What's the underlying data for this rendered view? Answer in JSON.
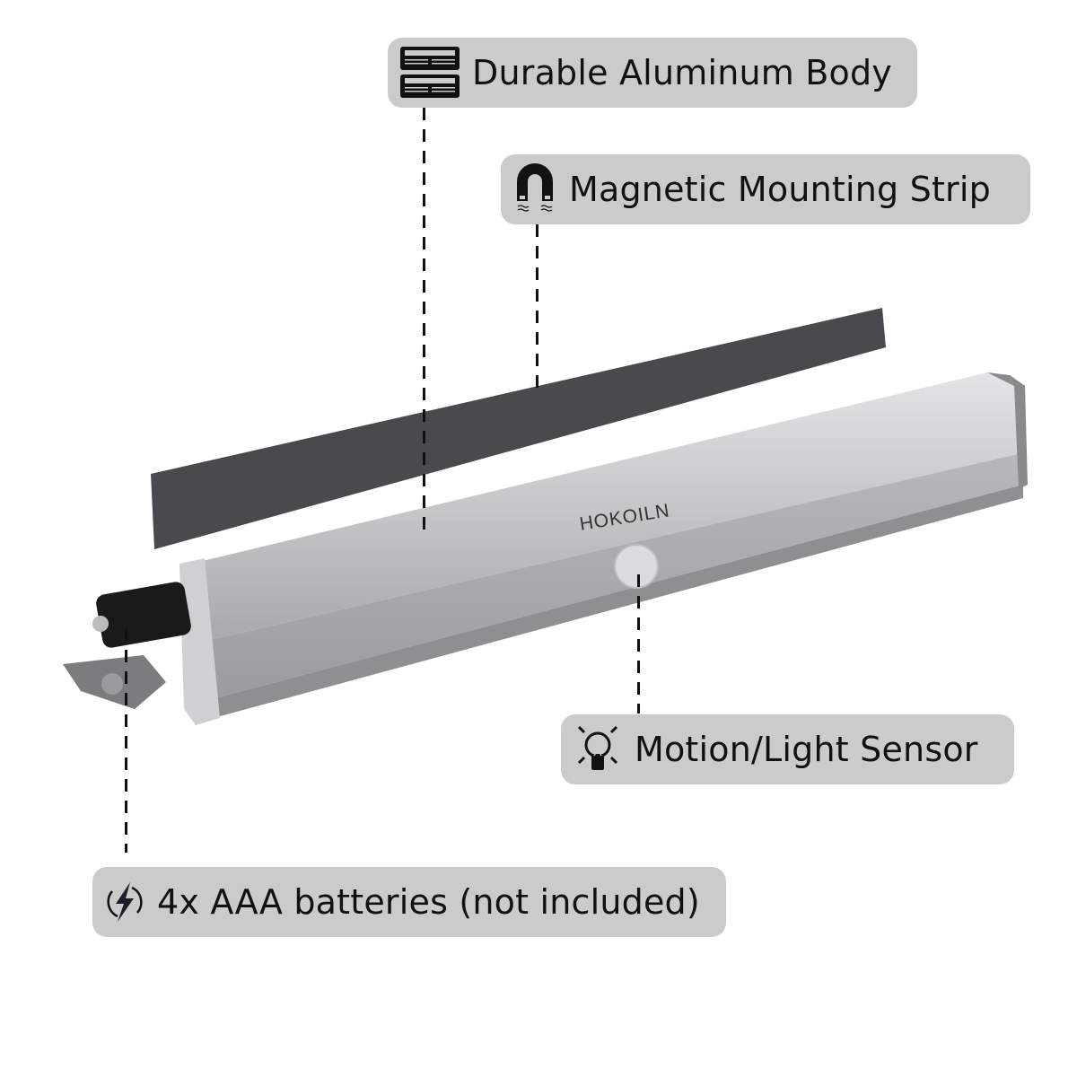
{
  "callouts": {
    "body": {
      "label": "Durable Aluminum Body",
      "icon": "aluminum-profile-icon"
    },
    "magnet": {
      "label": "Magnetic Mounting Strip",
      "icon": "magnet-icon"
    },
    "sensor": {
      "label": "Motion/Light Sensor",
      "icon": "lightbulb-icon"
    },
    "battery": {
      "label": "4x AAA batteries (not included)",
      "icon": "lightning-bolt-icon"
    }
  },
  "product": {
    "brand": "HOKOILN",
    "colors": {
      "callout_bg": "#cbcbcb",
      "strip": "#4a4a4e",
      "aluminum": "#c8c8ca"
    }
  }
}
